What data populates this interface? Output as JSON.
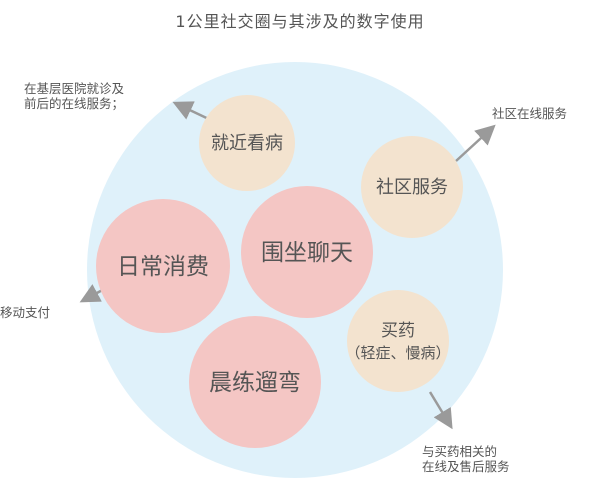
{
  "title": "1公里社交圈与其涉及的数字使用",
  "colors": {
    "outer_circle": "#dff1fa",
    "pink_bubble": "#f4c6c4",
    "beige_bubble": "#f3e3cf",
    "arrow": "#9a9a9a",
    "text": "#555555"
  },
  "bubbles": {
    "nearby_medical": "就近看病",
    "community_service": "社区服务",
    "daily_consumption": "日常消费",
    "chatting": "围坐聊天",
    "buy_medicine_line1": "买药",
    "buy_medicine_line2": "（轻症、慢病）",
    "morning_exercise": "晨练遛弯"
  },
  "notes": {
    "medical_note_line1": "在基层医院就诊及",
    "medical_note_line2": "前后的在线服务；",
    "community_note": "社区在线服务",
    "payment_note": "移动支付",
    "medicine_note_line1": "与买药相关的",
    "medicine_note_line2": "在线及售后服务"
  }
}
